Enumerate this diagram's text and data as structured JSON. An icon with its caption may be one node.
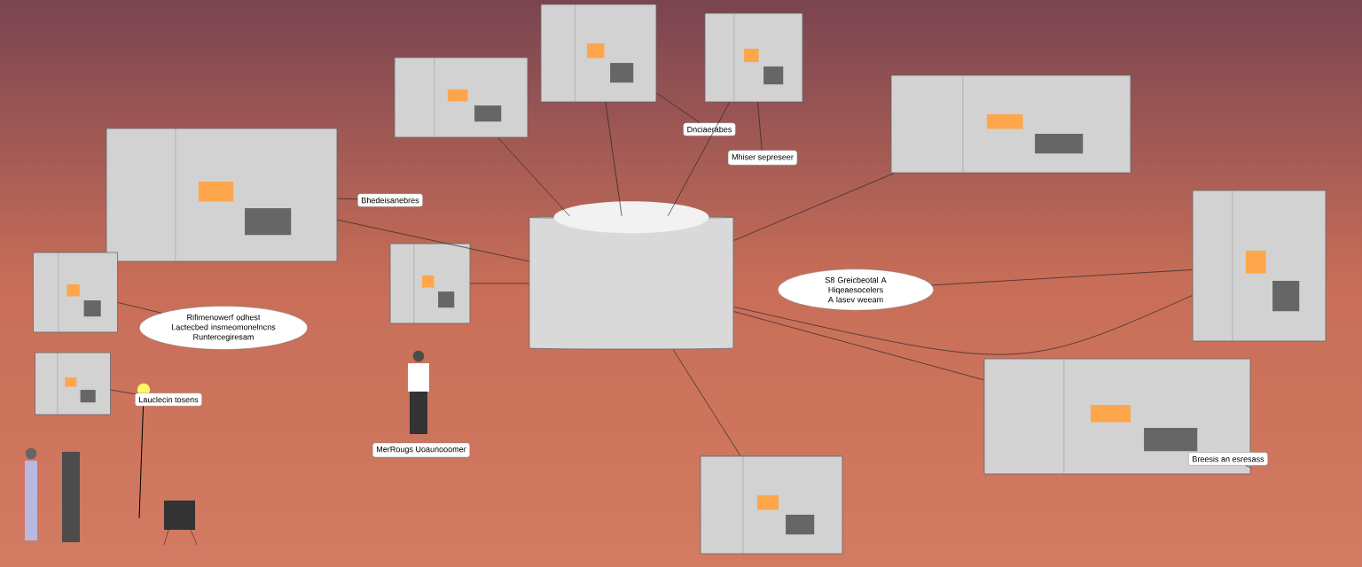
{
  "diagram": {
    "nodes": [
      {
        "text": [],
        "shape": "cylinder"
      },
      {
        "text": [],
        "shape": "picture"
      },
      {
        "text": [],
        "shape": "picture"
      },
      {
        "text": [],
        "shape": "picture"
      },
      {
        "text": [],
        "shape": "picture"
      },
      {
        "text": [],
        "shape": "picture"
      },
      {
        "text": [],
        "shape": "picture"
      },
      {
        "text": [],
        "shape": "picture"
      },
      {
        "text": [],
        "shape": "picture"
      },
      {
        "text": [],
        "shape": "picture"
      },
      {
        "text": [],
        "shape": "picture"
      },
      {
        "text": [],
        "shape": "picture"
      },
      {
        "text": [
          "Bhedeisanebres"
        ]
      },
      {
        "text": [
          "Dnciaerabes"
        ]
      },
      {
        "text": [
          "Mhiser sepreseer"
        ]
      },
      {
        "text": [
          "Rifimenowerf odhest Lactecbed insmeomonelncns Runtercegiresam"
        ]
      },
      {
        "text": [
          "S8 Greicbeotal A Hiqeaesocelers A lasev weeam"
        ]
      },
      {
        "text": [
          "Lauclecin tosens"
        ]
      },
      {
        "text": [
          "MerRougs Uoaunooomer"
        ]
      },
      {
        "text": [
          "Breesis an esresass"
        ]
      }
    ],
    "edges": [
      {
        "from": 0,
        "to": 1,
        "arrow": "none"
      },
      {
        "from": 0,
        "to": 2,
        "arrow": "none"
      },
      {
        "from": 0,
        "to": 3,
        "arrow": "none"
      },
      {
        "from": 0,
        "to": 4,
        "arrow": "none"
      },
      {
        "from": 0,
        "to": 5,
        "arrow": "none"
      },
      {
        "from": 0,
        "to": 6,
        "arrow": "none"
      },
      {
        "from": 0,
        "to": 7,
        "arrow": "none"
      },
      {
        "from": 0,
        "to": 8,
        "arrow": "none"
      },
      {
        "from": 0,
        "to": 11,
        "arrow": "none"
      },
      {
        "from": 12,
        "to": 1,
        "arrow": "none"
      },
      {
        "from": 13,
        "to": 3,
        "arrow": "none"
      },
      {
        "from": 14,
        "to": 4,
        "arrow": "none"
      },
      {
        "from": 15,
        "to": 9,
        "arrow": "none"
      },
      {
        "from": 16,
        "to": 6,
        "arrow": "none"
      },
      {
        "from": 17,
        "to": 10,
        "arrow": "none"
      },
      {
        "from": 19,
        "to": 7,
        "arrow": "none"
      }
    ]
  }
}
